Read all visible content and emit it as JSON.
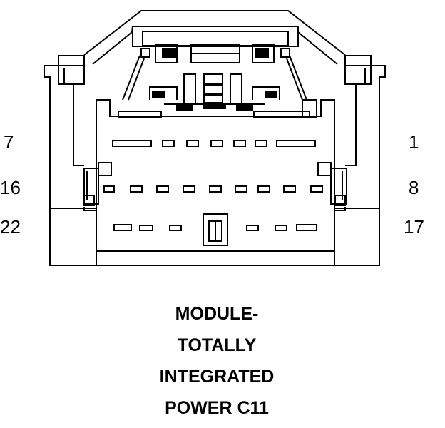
{
  "pin_labels": {
    "row1_left": "7",
    "row1_right": "1",
    "row2_left": "16",
    "row2_right": "8",
    "row3_left": "22",
    "row3_right": "17"
  },
  "caption": {
    "line1": "MODULE-",
    "line2": "TOTALLY",
    "line3": "INTEGRATED",
    "line4": "POWER C11"
  },
  "colors": {
    "stroke": "#000000",
    "background": "#ffffff"
  }
}
